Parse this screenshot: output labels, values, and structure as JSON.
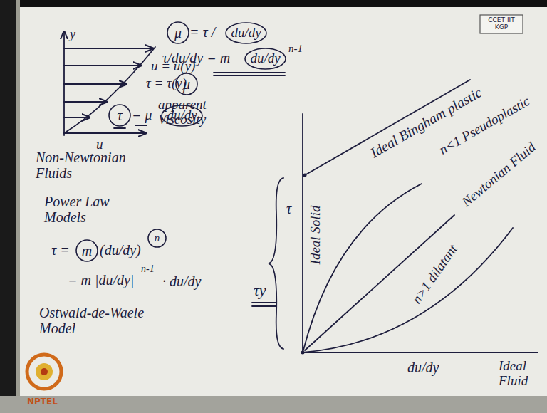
{
  "diagram": {
    "nodes": [
      {
        "text": [
          "μ"
        ]
      },
      {
        "text": [
          "du/dy"
        ]
      },
      {
        "text": [
          "du/dy"
        ]
      },
      {
        "text": [
          "CCET IIT KGP"
        ]
      },
      {
        "text": [
          "μ"
        ]
      },
      {
        "text": [
          "τ"
        ]
      },
      {
        "text": [
          "du/dy"
        ]
      },
      {
        "text": [
          "m"
        ]
      },
      {
        "text": [
          "n"
        ]
      }
    ],
    "labels": [
      "y",
      "u = u(y)",
      "τ = τ(y)",
      "= μ",
      "u",
      "Non-Newtonian Fluids",
      "Power Law Models",
      "τ =",
      "(du/dy)",
      "= m |du/dy|",
      "n-1",
      "· du/dy",
      "Ostwald-de-Waele Model",
      "= τ /",
      "n-1",
      "τ/du/dy = m",
      "apparent Viscosity",
      "Ideal Bingham plastic",
      "n<1 Pseudoplastic",
      "Newtonian Fluid",
      "n>1 dilatant",
      "Ideal Solid",
      "τ",
      "τy",
      "du/dy",
      "Ideal Fluid",
      "NPTEL"
    ]
  }
}
